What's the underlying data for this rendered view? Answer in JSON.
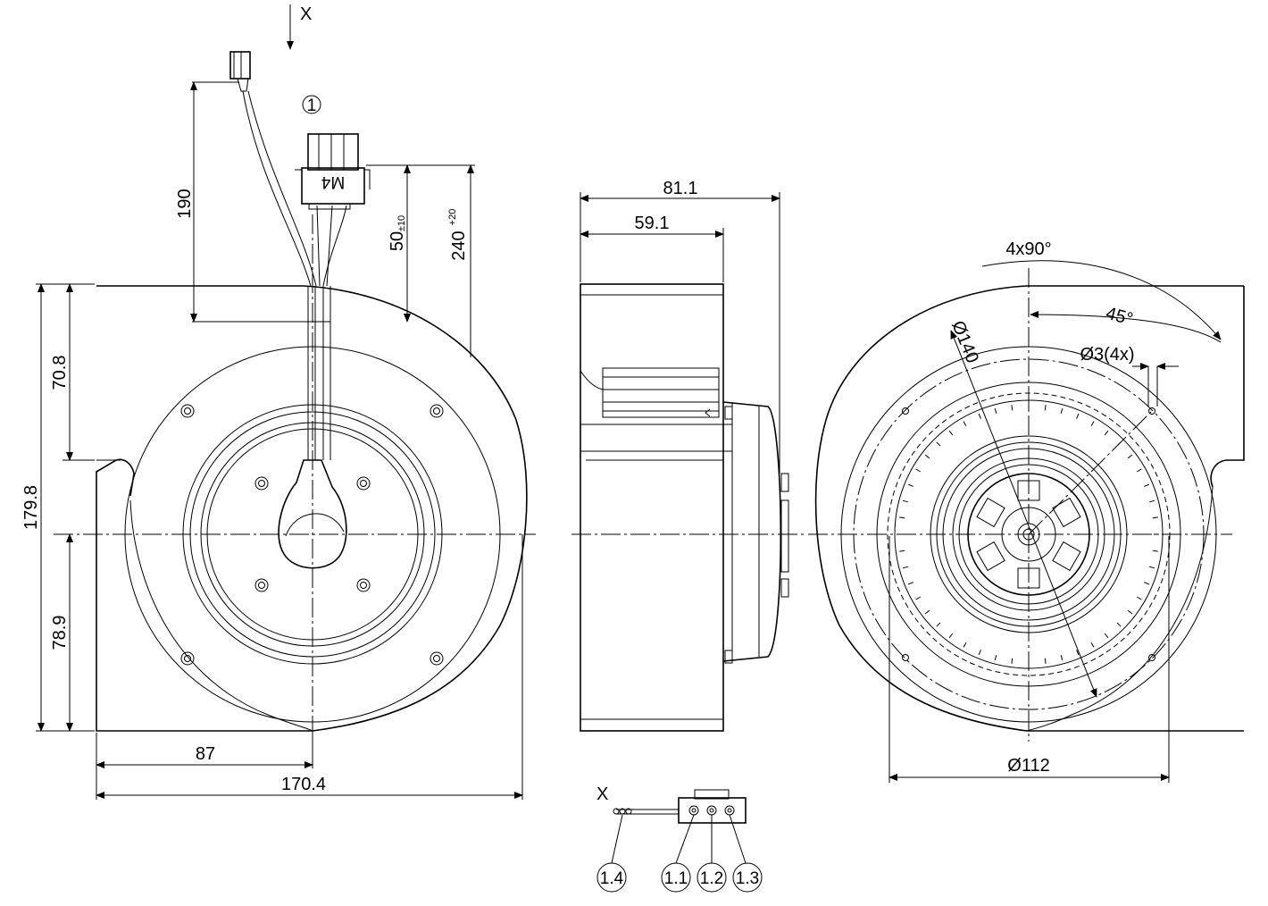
{
  "dimensions": {
    "d190": "190",
    "d50": "50",
    "d50_tol": "±10",
    "d240": "240",
    "d240_tol": "+20",
    "d70_8": "70.8",
    "d179_8": "179.8",
    "d78_9": "78.9",
    "d87": "87",
    "d170_4": "170.4",
    "d81_1": "81.1",
    "d59_1": "59.1",
    "d4x90": "4x90°",
    "d45": "45°",
    "dhole": "Ø3(4x)",
    "d140": "Ø140",
    "d112": "Ø112"
  },
  "labels": {
    "view_x_top": "X",
    "view_x_detail": "X",
    "callout_1": "1",
    "connector_mark": "M4",
    "callout_1_1": "1.1",
    "callout_1_2": "1.2",
    "callout_1_3": "1.3",
    "callout_1_4": "1.4"
  }
}
